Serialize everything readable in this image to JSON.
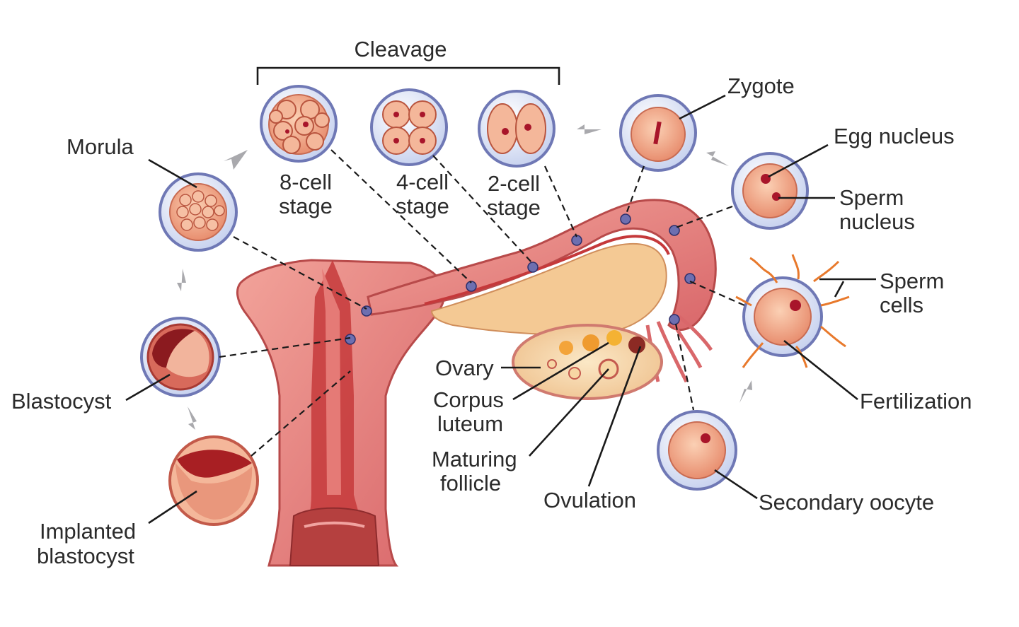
{
  "labels": {
    "cleavage": "Cleavage",
    "zygote": "Zygote",
    "morula": "Morula",
    "cell8_line1": "8-cell",
    "cell8_line2": "stage",
    "cell4_line1": "4-cell",
    "cell4_line2": "stage",
    "cell2_line1": "2-cell",
    "cell2_line2": "stage",
    "egg_nucleus": "Egg nucleus",
    "sperm_nucleus_line1": "Sperm",
    "sperm_nucleus_line2": "nucleus",
    "sperm_cells_line1": "Sperm",
    "sperm_cells_line2": "cells",
    "fertilization": "Fertilization",
    "blastocyst": "Blastocyst",
    "ovary": "Ovary",
    "corpus_line1": "Corpus",
    "corpus_line2": "luteum",
    "maturing_line1": "Maturing",
    "maturing_line2": "follicle",
    "ovulation": "Ovulation",
    "secondary_oocyte": "Secondary oocyte",
    "implanted_line1": "Implanted",
    "implanted_line2": "blastocyst"
  },
  "colors": {
    "tissue": "#e7877f",
    "tissue_dark": "#b83234",
    "ovary": "#f6d7a8",
    "zona": "#dfe7f7",
    "zona_stroke": "#6f78b5",
    "arrow": "#a9a9ad",
    "nucleus": "#a8152a"
  }
}
